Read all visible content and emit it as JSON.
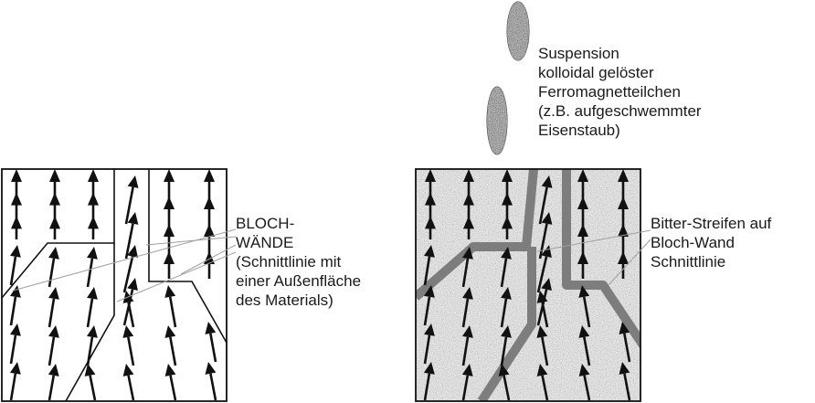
{
  "colors": {
    "stroke": "#111111",
    "arrow_fill": "#111111",
    "bitter_line": "#7d7d7d",
    "leader_line": "#a0a0a0",
    "powder_light": "#cfcfcf",
    "powder_dark": "#5a5a5a"
  },
  "labels": {
    "bloch": {
      "lines": [
        "BLOCH-",
        "WÄNDE",
        "(Schnittlinie mit",
        "einer Außenfläche",
        "des Materials)"
      ]
    },
    "suspension": {
      "lines": [
        "Suspension",
        "kolloidal gelöster",
        "Ferromagnetteilchen",
        "(z.B. aufgeschwemmter",
        "Eisenstaub)"
      ]
    },
    "bitter": {
      "lines": [
        "Bitter-Streifen auf",
        "Bloch-Wand",
        "Schnittlinie"
      ]
    }
  },
  "icons": {
    "arrow": "magnetization-arrow-icon",
    "droplet": "powder-droplet-icon"
  }
}
